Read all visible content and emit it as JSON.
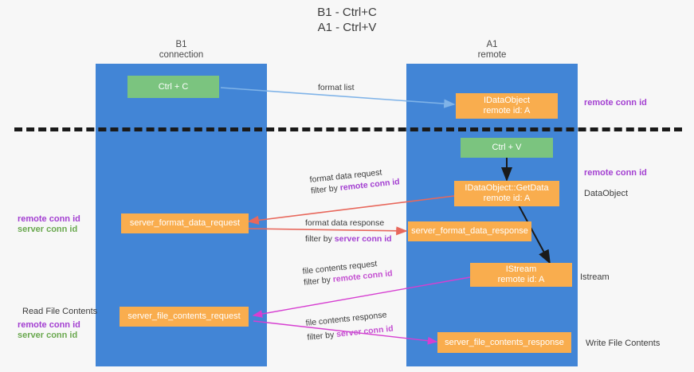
{
  "title": {
    "line1": "B1 - Ctrl+C",
    "line2": "A1 - Ctrl+V"
  },
  "lanes": [
    {
      "id": "b1",
      "title": "B1",
      "subtitle": "connection"
    },
    {
      "id": "a1",
      "title": "A1",
      "subtitle": "remote"
    }
  ],
  "nodes": {
    "ctrl_c": {
      "label": "Ctrl + C"
    },
    "idataobject": {
      "label": "IDataObject",
      "sub": "remote id: A"
    },
    "ctrl_v": {
      "label": "Ctrl + V"
    },
    "getdata": {
      "label": "IDataObject::GetData",
      "sub": "remote id: A"
    },
    "fmt_req": {
      "label": "server_format_data_request"
    },
    "fmt_resp": {
      "label": "server_format_data_response"
    },
    "istream": {
      "label": "IStream",
      "sub": "remote id: A"
    },
    "file_req": {
      "label": "server_file_contents_request"
    },
    "file_resp": {
      "label": "server_file_contents_response"
    }
  },
  "edge_labels": {
    "format_list": {
      "text": "format list"
    },
    "fmt_data_request": {
      "line1": "format data request",
      "line2_prefix": "filter by ",
      "line2_hi": "remote conn id"
    },
    "fmt_data_response": {
      "line1": "format data response",
      "line2_prefix": "filter by ",
      "line2_hi": "server conn id"
    },
    "file_contents_request": {
      "line1": "file contents request",
      "line2_prefix": "filter by ",
      "line2_hi": "remote conn id"
    },
    "file_contents_response": {
      "line1": "file contents response",
      "line2_prefix": "filter by ",
      "line2_hi": "server conn id"
    }
  },
  "annotations": {
    "right_top": {
      "text": "remote conn id"
    },
    "right_mid": {
      "text": "remote conn id"
    },
    "right_dataobject": {
      "text": "DataObject"
    },
    "right_istream": {
      "text": "Istream"
    },
    "right_write": {
      "text": "Write File Contents"
    },
    "left_mid_purple": {
      "text": "remote conn id"
    },
    "left_mid_green": {
      "text": "server conn id"
    },
    "left_read": {
      "text": "Read File Contents"
    },
    "left_low_purple": {
      "text": "remote conn id"
    },
    "left_low_green": {
      "text": "server conn id"
    }
  },
  "colors": {
    "lane": "#4285d6",
    "green_node": "#7bc47f",
    "orange_node": "#f9ad4e",
    "purple": "#a33fd1",
    "green_text": "#6aa84f",
    "arrow_blue": "#7fb3e8",
    "arrow_red": "#e8685c",
    "arrow_magenta": "#d63fd1",
    "arrow_black": "#1a1a1a"
  }
}
